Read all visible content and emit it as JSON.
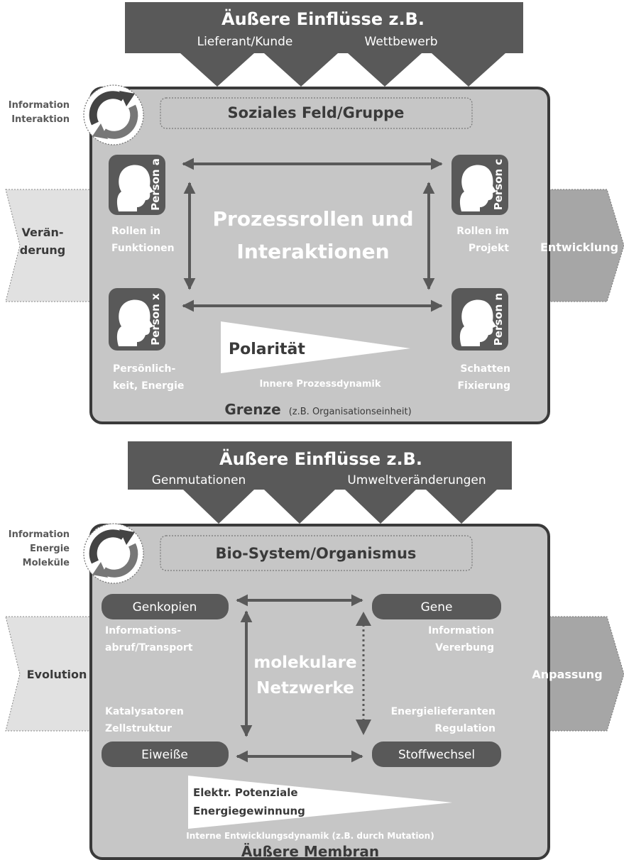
{
  "top": {
    "header": {
      "title": "Äußere Einflüsse z.B.",
      "left": "Lieferant/Kunde",
      "right": "Wettbewerb"
    },
    "cycle_label": [
      "Information",
      "Interaktion"
    ],
    "box_title": "Soziales Feld/Gruppe",
    "left_arrow": [
      "Verän-",
      "derung"
    ],
    "right_arrow": "Entwicklung",
    "persons": [
      "Person a",
      "Person c",
      "Person x",
      "Person n"
    ],
    "labels": {
      "a": [
        "Rollen in",
        "Funktionen"
      ],
      "c": [
        "Rollen im",
        "Projekt"
      ],
      "x": [
        "Persönlich-",
        "keit, Energie"
      ],
      "n": [
        "Schatten",
        "Fixierung"
      ]
    },
    "center": [
      "Prozessrollen und",
      "Interaktionen"
    ],
    "polarity": "Polarität",
    "dynamics": "Innere Prozessdynamik",
    "boundary_bold": "Grenze",
    "boundary_small": "(z.B. Organisationseinheit)"
  },
  "bottom": {
    "header": {
      "title": "Äußere Einflüsse z.B.",
      "left": "Genmutationen",
      "right": "Umweltveränderungen"
    },
    "cycle_label": [
      "Information",
      "Energie",
      "Moleküle"
    ],
    "box_title": "Bio-System/Organismus",
    "left_arrow": "Evolution",
    "right_arrow": "Anpassung",
    "nodes": [
      "Genkopien",
      "Gene",
      "Eiweiße",
      "Stoffwechsel"
    ],
    "labels": {
      "tl": [
        "Informations-",
        "abruf/Transport"
      ],
      "tr": [
        "Information",
        "Vererbung"
      ],
      "bl": [
        "Katalysatoren",
        "Zellstruktur"
      ],
      "br": [
        "Energielieferanten",
        "Regulation"
      ]
    },
    "center": [
      "molekulare",
      "Netzwerke"
    ],
    "polarity": [
      "Elektr. Potenziale",
      "Energiegewinnung"
    ],
    "dynamics": "Interne Entwicklungsdynamik (z.B. durch Mutation)",
    "boundary": "Äußere Membran"
  },
  "colors": {
    "dark": "#595959",
    "box": "#c6c6c6",
    "left_arrow": "#e1e1e1",
    "right_arrow": "#a6a6a6",
    "text_dark": "#3a3a3a",
    "text_light": "#ffffff"
  }
}
